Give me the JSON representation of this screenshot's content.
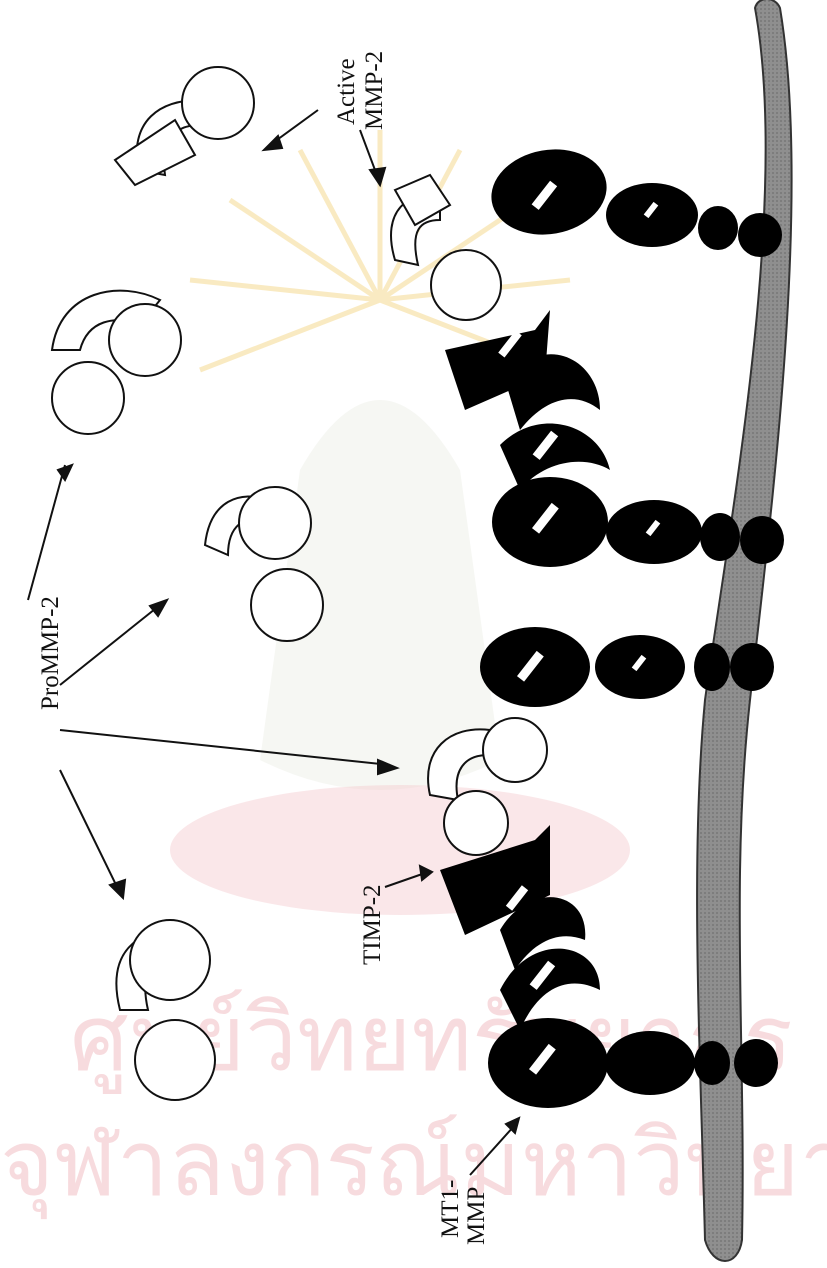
{
  "labels": {
    "prommp2": "ProMMP-2",
    "active_line1": "Active",
    "active_line2": "MMP-2",
    "timp2": "TIMP-2",
    "mt1_line1": "MT1-",
    "mt1_line2": "MMP"
  },
  "watermark": {
    "line1": "ศูนย์วิทยทรัพยากร",
    "line2": "จุฬาลงกรณ์มหาวิทยาลัย"
  },
  "colors": {
    "membrane": "#8f8f8f",
    "protein": "#000000",
    "outline": "#111111",
    "watermark": "#f1bfc4",
    "sunburst": "#f3d27a"
  },
  "icons": {
    "prommp2": "open-protein-two-circles-arc",
    "active_mmp2": "open-protein-circle-arc-cap",
    "mt1_mmp": "black-stacked-ellipses",
    "timp2": "black-trapezoid-block",
    "membrane": "grey-elongated-band"
  }
}
